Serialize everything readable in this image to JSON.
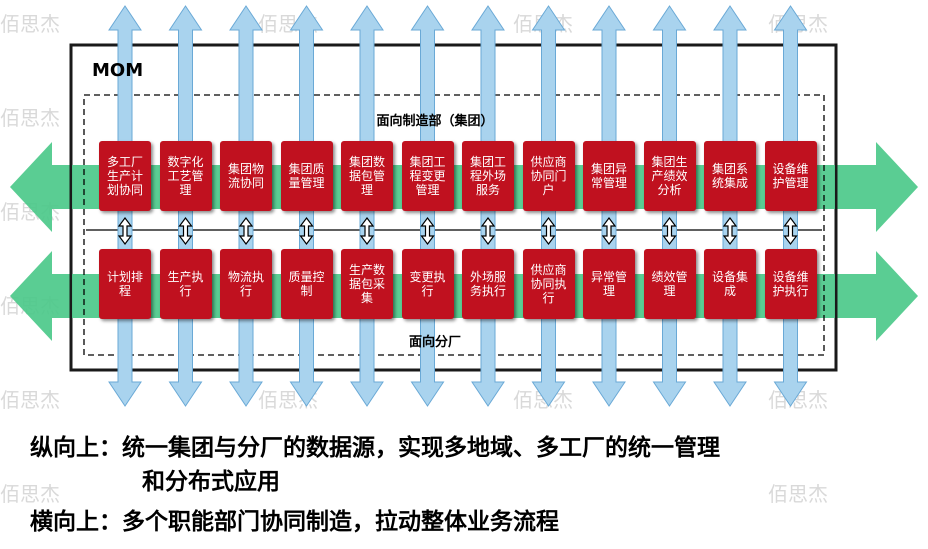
{
  "watermark": "佰思杰",
  "mom_label": "MOM",
  "group_label": "面向制造部（集团）",
  "factory_label": "面向分厂",
  "top_row": [
    "多工厂生产计划协同",
    "数字化工艺管理",
    "集团物流协同",
    "集团质量管理",
    "集团数据包管理",
    "集团工程变更管理",
    "集团工程外场服务",
    "供应商协同门户",
    "集团异常管理",
    "集团生产绩效分析",
    "集团系统集成",
    "设备维护管理"
  ],
  "bottom_row": [
    "计划排程",
    "生产执行",
    "物流执行",
    "质量控制",
    "生产数据包采集",
    "变更执行",
    "外场服务执行",
    "供应商协同执行",
    "异常管理",
    "绩效管理",
    "设备集成",
    "设备维护执行"
  ],
  "text": {
    "line1": "纵向上：统一集团与分厂的数据源，实现多地域、多工厂的统一管理",
    "line2": "和分布式应用",
    "line3": "横向上：多个职能部门协同制造，拉动整体业务流程"
  },
  "colors": {
    "cell": "#c0111f",
    "arrow_green": "#4cc98a",
    "arrow_blue": "#a9d3ee"
  }
}
